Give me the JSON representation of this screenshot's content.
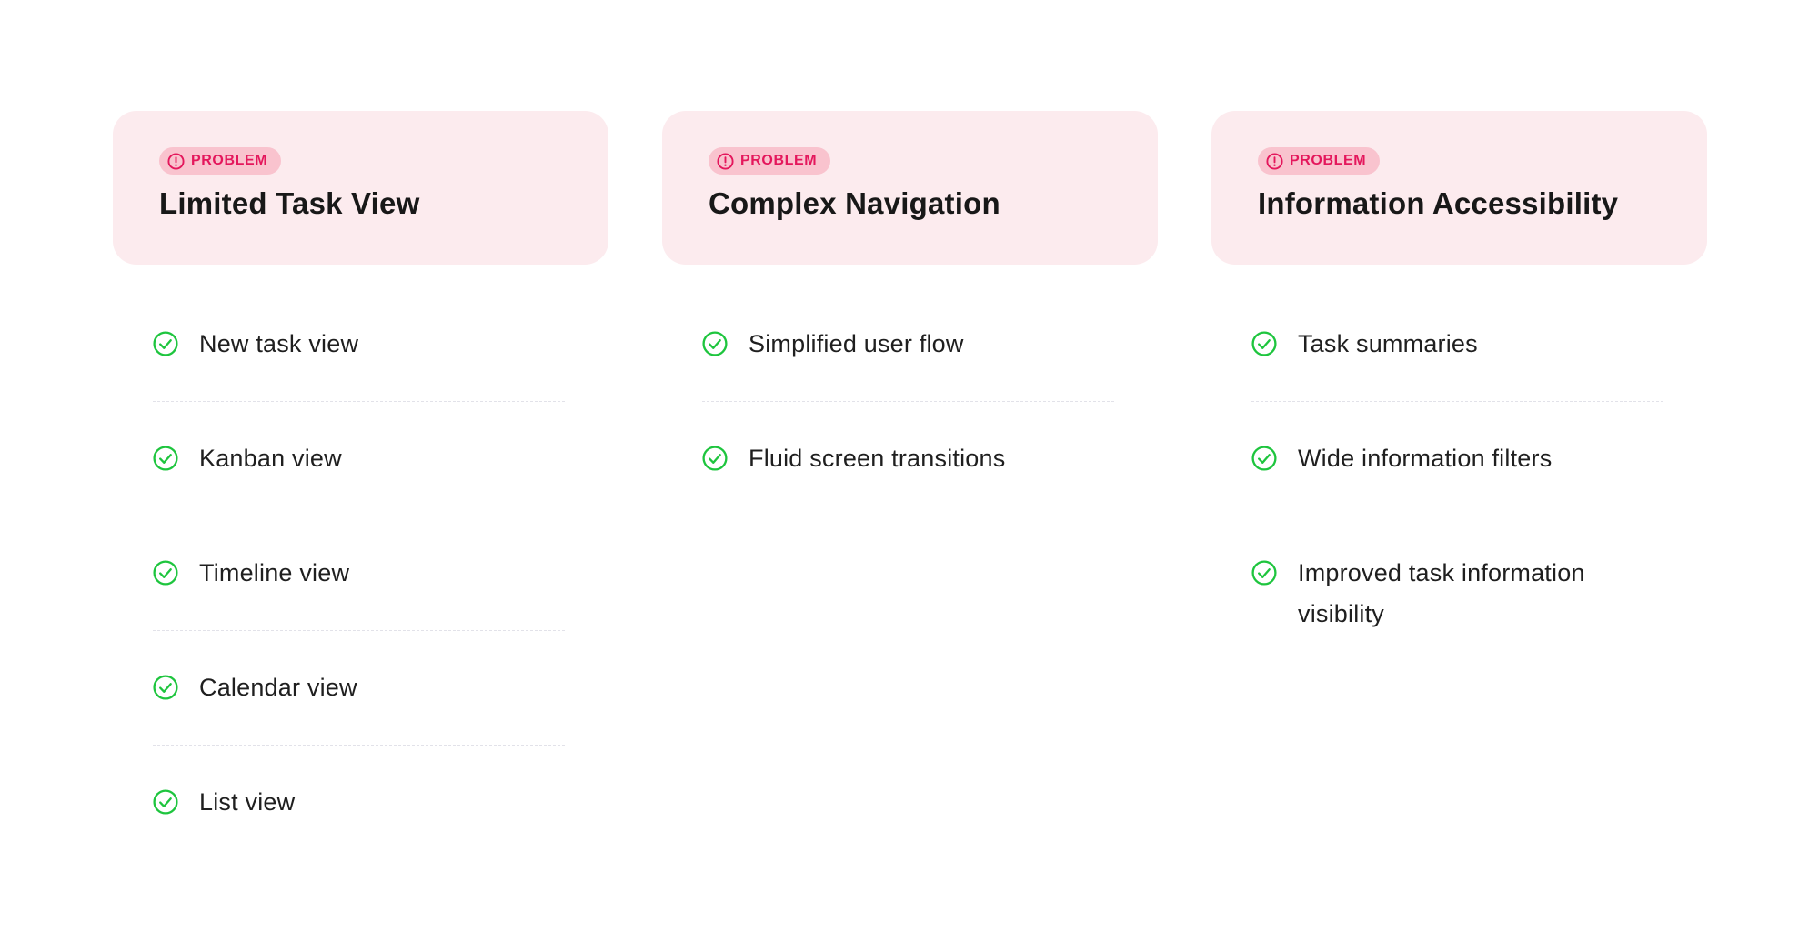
{
  "colors": {
    "page-bg": "#ffffff",
    "card-bg": "#fcebee",
    "badge-bg": "#f9c3ce",
    "accent": "#e4175c",
    "check-green": "#1ec53e",
    "divider": "#e2e2e9",
    "title-text": "#181818",
    "item-text": "#1f1f1f"
  },
  "icons": {
    "badge_icon": "alert-circle-icon",
    "item_icon": "check-circle-icon"
  },
  "columns": [
    {
      "badge": "PROBLEM",
      "title": "Limited Task View",
      "items": [
        "New task view",
        "Kanban view",
        "Timeline view",
        "Calendar view",
        "List view"
      ]
    },
    {
      "badge": "PROBLEM",
      "title": "Complex Navigation",
      "items": [
        "Simplified user flow",
        "Fluid screen transitions"
      ]
    },
    {
      "badge": "PROBLEM",
      "title": "Information Accessibility",
      "items": [
        "Task summaries",
        "Wide information filters",
        "Improved task information visibility"
      ]
    }
  ]
}
